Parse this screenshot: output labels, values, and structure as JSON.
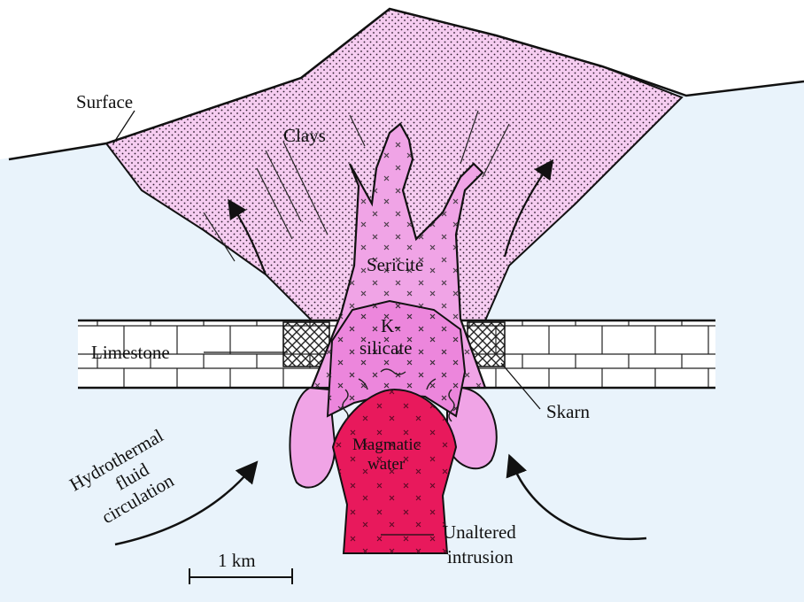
{
  "labels": {
    "surface": "Surface",
    "clays": "Clays",
    "sericite": "Sericite",
    "k_silicate_line1": "K-",
    "k_silicate_line2": "silicate",
    "limestone": "Limestone",
    "skarn": "Skarn",
    "magmatic_line1": "Magmatic",
    "magmatic_line2": "water",
    "hydro_line1": "Hydrothermal",
    "hydro_line2": "fluid",
    "hydro_line3": "circulation",
    "unaltered_line1": "Unaltered",
    "unaltered_line2": "intrusion",
    "scale": "1 km"
  },
  "colors": {
    "ground": "#e9f3fb",
    "clays": "#f6cdf1",
    "sericite": "#f0a4e6",
    "k_silicate": "#ec86dc",
    "magma": "#e8195c",
    "ink": "#111111"
  }
}
